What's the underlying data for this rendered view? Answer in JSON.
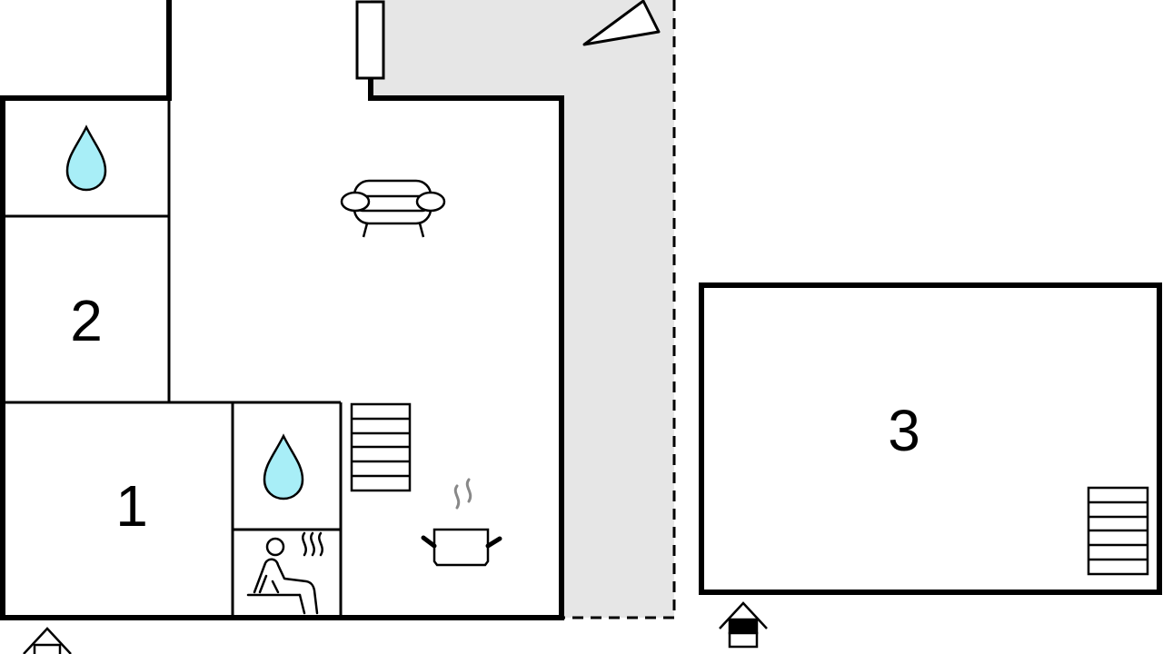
{
  "rooms": [
    {
      "id": "room-1",
      "label": "1"
    },
    {
      "id": "room-2",
      "label": "2"
    },
    {
      "id": "room-3",
      "label": "3"
    }
  ],
  "icons": [
    "water-drop-icon",
    "sofa-icon",
    "stairs-icon",
    "sauna-icon",
    "cooking-pot-icon",
    "entrance-icon",
    "compass-triangle-icon"
  ],
  "colors": {
    "wall": "#000000",
    "terrace": "#e6e6e6",
    "water": "#a8eef7",
    "steam": "#888888"
  }
}
